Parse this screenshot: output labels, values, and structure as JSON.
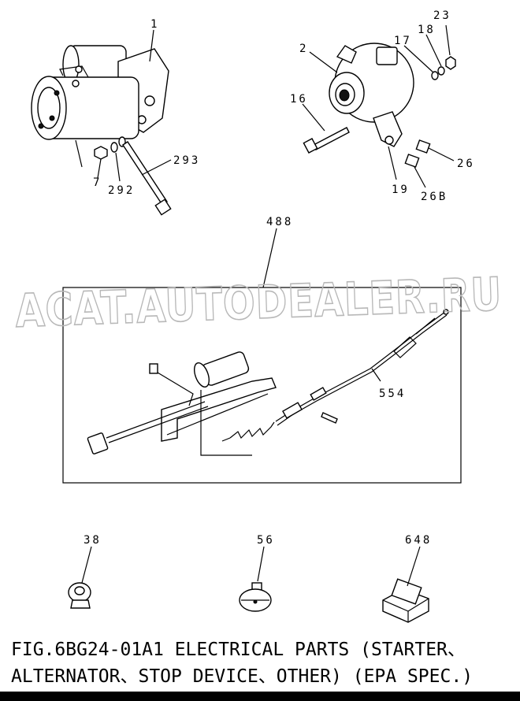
{
  "watermark": "ACAT.AUTODEALER.RU",
  "labels": {
    "p1": "1",
    "p2": "2",
    "p7": "7",
    "p16": "16",
    "p17": "17",
    "p18": "18",
    "p19": "19",
    "p23": "23",
    "p26": "26",
    "p26b": "26B",
    "p292": "292",
    "p293": "293",
    "p488": "488",
    "p554": "554",
    "p38": "38",
    "p56": "56",
    "p648": "648"
  },
  "caption": {
    "line1": "FIG.6BG24-01A1  ELECTRICAL PARTS (STARTER、",
    "line2": "ALTERNATOR、STOP DEVICE、OTHER) (EPA SPEC.)"
  }
}
